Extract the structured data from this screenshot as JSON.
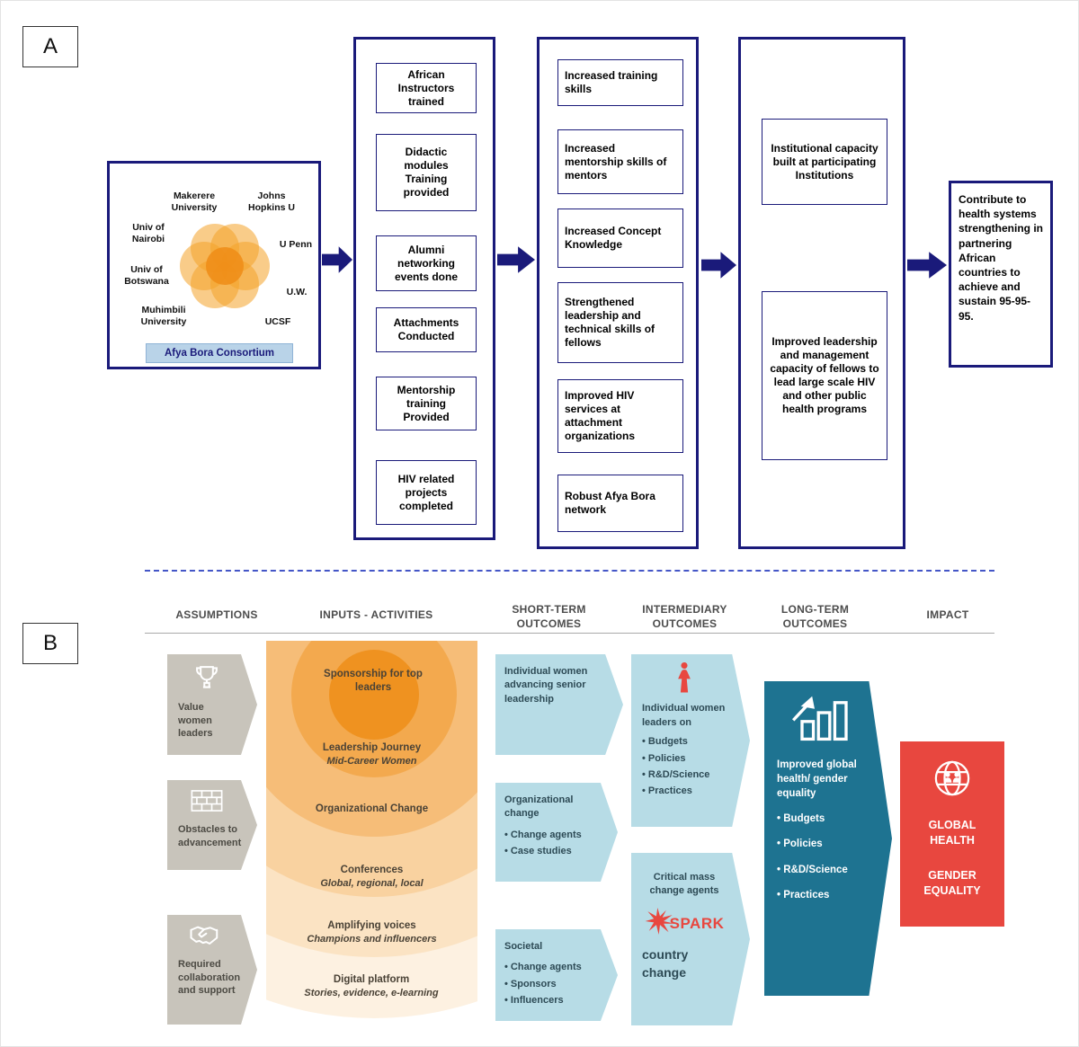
{
  "colors": {
    "navy": "#1a1a7a",
    "orange_core": "#ef9220",
    "light_blue_box": "#b7dce6",
    "teal": "#1e7391",
    "red": "#e8473f",
    "assumption_gray": "#c8c4bb",
    "consortium_bar_bg": "#b9d3e8"
  },
  "panel_a": {
    "label": "A",
    "consortium": {
      "partners": [
        "Makerere University",
        "Johns Hopkins U",
        "Univ of Nairobi",
        "U Penn",
        "Univ of Botswana",
        "U.W.",
        "Muhimbili University",
        "UCSF"
      ],
      "name": "Afya Bora Consortium",
      "logo": "afya-bora-flower-logo"
    },
    "outputs": [
      "African Instructors trained",
      "Didactic modules Training provided",
      "Alumni networking events done",
      "Attachments Conducted",
      "Mentorship training Provided",
      "HIV related projects completed"
    ],
    "outcomes": [
      "Increased training skills",
      "Increased mentorship skills of mentors",
      "Increased Concept Knowledge",
      "Strengthened leadership and technical skills of fellows",
      "Improved HIV services at attachment organizations",
      "Robust Afya Bora network"
    ],
    "long_term": [
      "Institutional capacity built at participating Institutions",
      "Improved leadership and management capacity of fellows to lead large scale HIV and other public health programs"
    ],
    "impact": "Contribute to health systems strengthening in partnering African countries to achieve and sustain 95-95-95."
  },
  "panel_b": {
    "label": "B",
    "headers": [
      "ASSUMPTIONS",
      "INPUTS - ACTIVITIES",
      "SHORT-TERM OUTCOMES",
      "INTERMEDIARY OUTCOMES",
      "LONG-TERM OUTCOMES",
      "IMPACT"
    ],
    "assumptions": [
      {
        "icon": "trophy-icon",
        "label": "Value women leaders"
      },
      {
        "icon": "brick-wall-icon",
        "label": "Obstacles to advancement"
      },
      {
        "icon": "handshake-icon",
        "label": "Required collaboration and support"
      }
    ],
    "inputs_activities": [
      {
        "title": "Sponsorship for top leaders"
      },
      {
        "title": "Leadership Journey",
        "subtitle": "Mid-Career Women"
      },
      {
        "title": "Organizational Change"
      },
      {
        "title": "Conferences",
        "subtitle": "Global, regional, local"
      },
      {
        "title": "Amplifying voices",
        "subtitle": "Champions and influencers"
      },
      {
        "title": "Digital platform",
        "subtitle": "Stories, evidence, e-learning"
      }
    ],
    "short_term": [
      {
        "title": "Individual women advancing senior leadership",
        "bullets": []
      },
      {
        "title": "Organizational change",
        "bullets": [
          "Change agents",
          "Case studies"
        ]
      },
      {
        "title": "Societal",
        "bullets": [
          "Change agents",
          "Sponsors",
          "Influencers"
        ]
      }
    ],
    "intermediary": [
      {
        "icon": "woman-figure-icon",
        "title": "Individual women leaders on",
        "bullets": [
          "Budgets",
          "Policies",
          "R&D/Science",
          "Practices"
        ]
      },
      {
        "icon": "spark-burst-icon",
        "title": "Critical mass change agents",
        "spark_label": "SPARK",
        "subtitle": "country change"
      }
    ],
    "long_term": {
      "icon": "bar-chart-growth-icon",
      "title": "Improved global health/ gender equality",
      "bullets": [
        "Budgets",
        "Policies",
        "R&D/Science",
        "Practices"
      ]
    },
    "impact": {
      "icon": "globe-people-icon",
      "line1": "GLOBAL HEALTH",
      "line2": "GENDER EQUALITY"
    }
  }
}
